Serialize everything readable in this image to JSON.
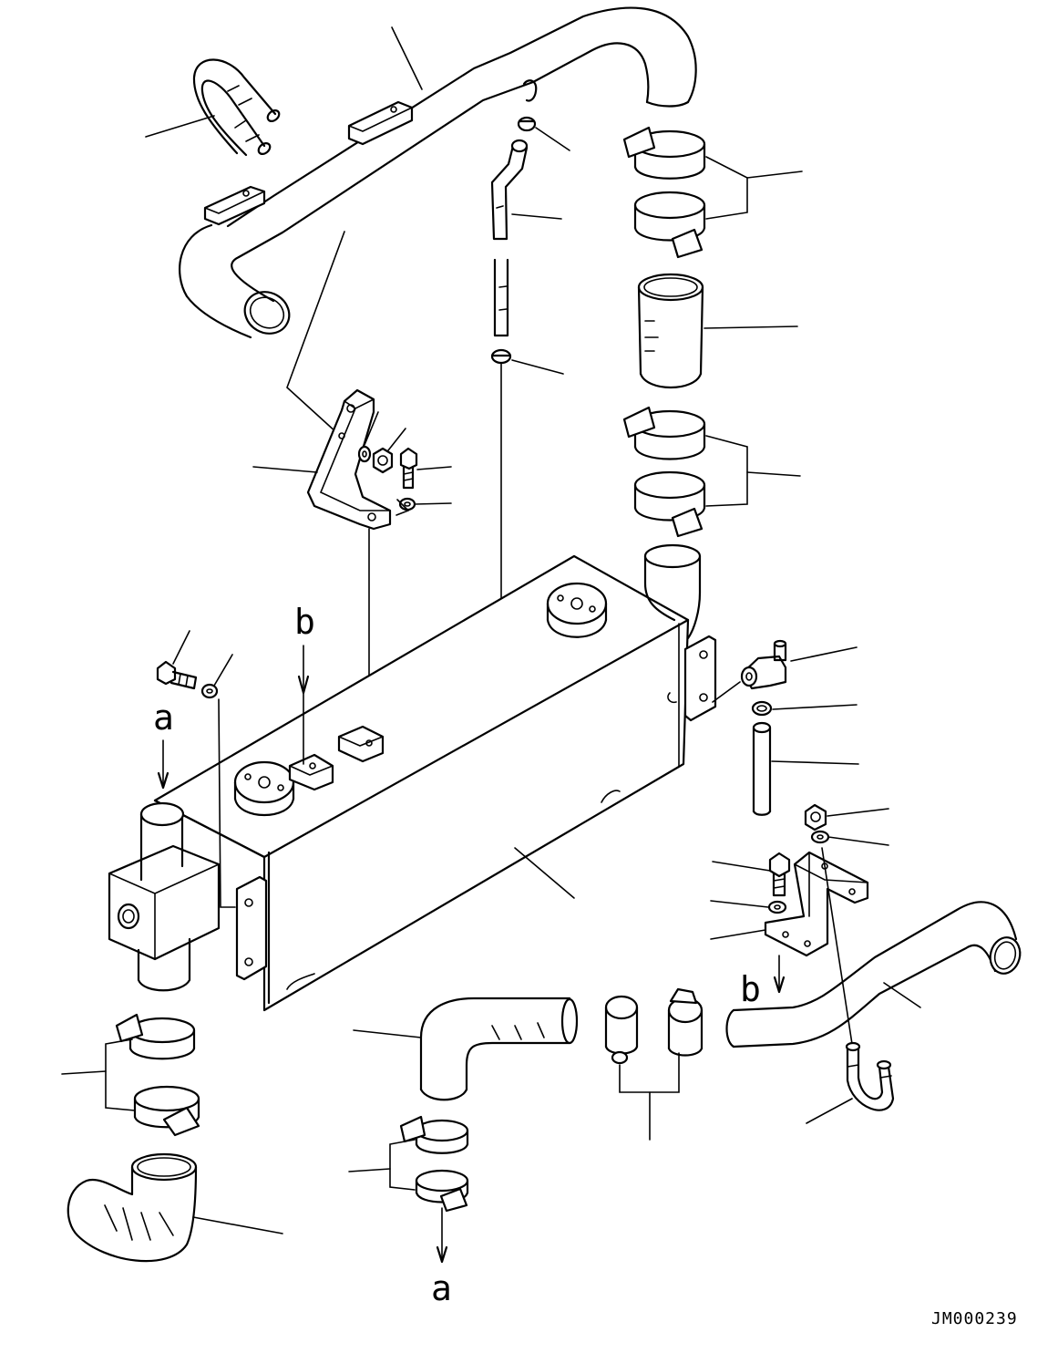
{
  "markers": {
    "a_top": "a",
    "b_top": "b",
    "b_bottom": "b",
    "a_bottom": "a"
  },
  "drawing_code": "JM000239"
}
